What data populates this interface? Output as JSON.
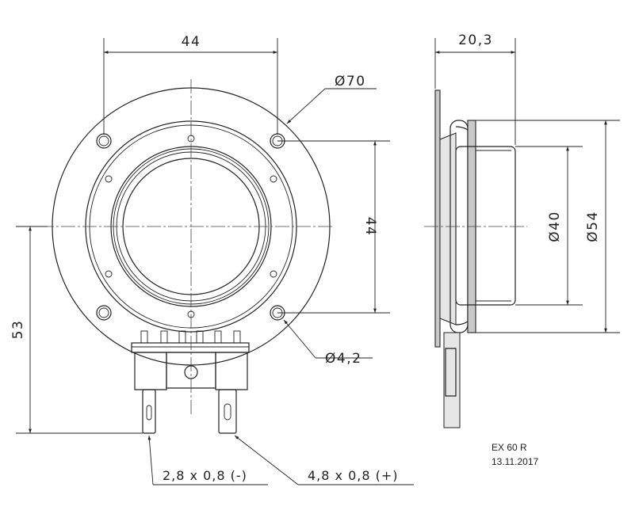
{
  "dimensions": {
    "front_width": "44",
    "outer_diameter": "Ø70",
    "mount_spacing": "44",
    "hole_diameter": "Ø4,2",
    "height_to_terminal": "53",
    "depth": "20,3",
    "inner_diameter": "Ø40",
    "flange_diameter": "Ø54"
  },
  "terminals": {
    "negative": "2,8 x 0,8 (-)",
    "positive": "4,8 x 0,8 (+)"
  },
  "title_block": {
    "model": "EX 60 R",
    "date": "13.11.2017"
  }
}
